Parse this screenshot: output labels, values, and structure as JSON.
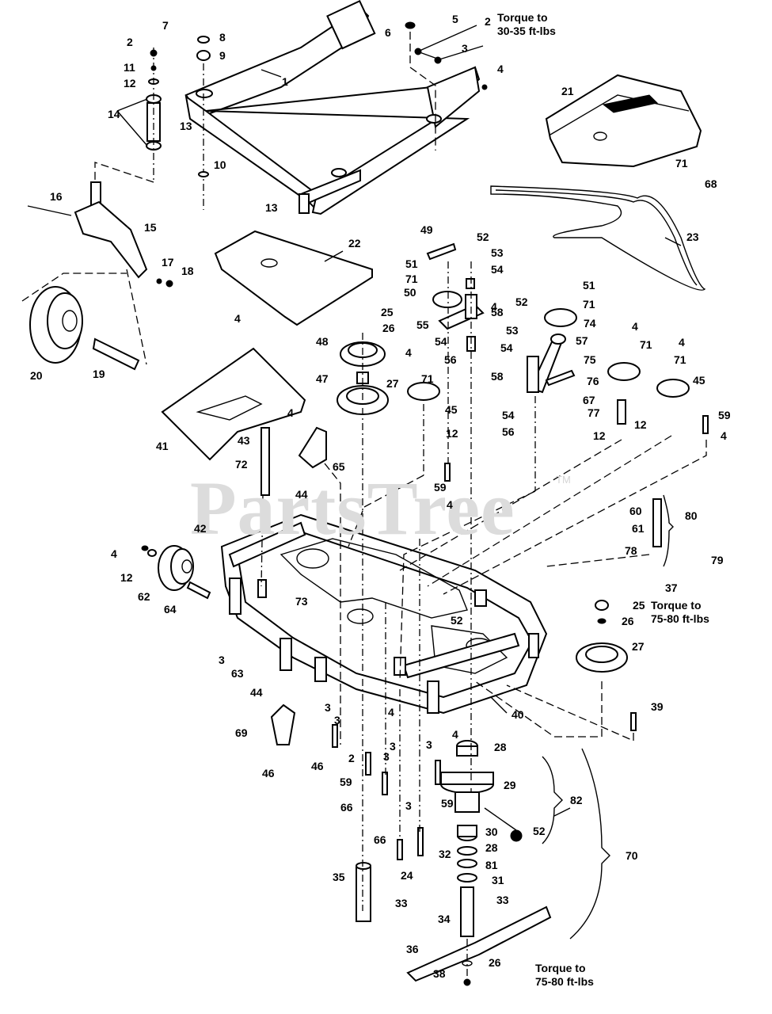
{
  "watermark": {
    "brand": "PartsTree",
    "trademark": "TM"
  },
  "torque_notes": [
    {
      "line1": "Torque to",
      "line2": "30-35 ft-lbs"
    },
    {
      "line1": "Torque to",
      "line2": "75-80 ft-lbs"
    },
    {
      "line1": "Torque to",
      "line2": "75-80 ft-lbs"
    }
  ],
  "callouts": [
    "1",
    "2",
    "2",
    "2",
    "3",
    "3",
    "3",
    "3",
    "3",
    "3",
    "3",
    "3",
    "4",
    "4",
    "4",
    "4",
    "4",
    "4",
    "4",
    "4",
    "4",
    "4",
    "4",
    "4",
    "5",
    "6",
    "7",
    "8",
    "9",
    "10",
    "11",
    "12",
    "12",
    "12",
    "12",
    "12",
    "13",
    "13",
    "14",
    "15",
    "16",
    "17",
    "18",
    "19",
    "20",
    "21",
    "22",
    "23",
    "24",
    "25",
    "25",
    "26",
    "26",
    "26",
    "27",
    "27",
    "28",
    "28",
    "29",
    "30",
    "31",
    "32",
    "33",
    "33",
    "34",
    "35",
    "36",
    "37",
    "38",
    "39",
    "40",
    "41",
    "42",
    "43",
    "44",
    "44",
    "45",
    "45",
    "46",
    "46",
    "47",
    "48",
    "49",
    "50",
    "51",
    "51",
    "52",
    "52",
    "52",
    "52",
    "53",
    "53",
    "54",
    "54",
    "54",
    "54",
    "55",
    "56",
    "56",
    "57",
    "58",
    "58",
    "59",
    "59",
    "59",
    "59",
    "60",
    "61",
    "62",
    "63",
    "64",
    "65",
    "66",
    "66",
    "67",
    "68",
    "69",
    "70",
    "71",
    "71",
    "71",
    "71",
    "71",
    "71",
    "72",
    "73",
    "74",
    "75",
    "76",
    "77",
    "78",
    "79",
    "80",
    "81",
    "82"
  ]
}
